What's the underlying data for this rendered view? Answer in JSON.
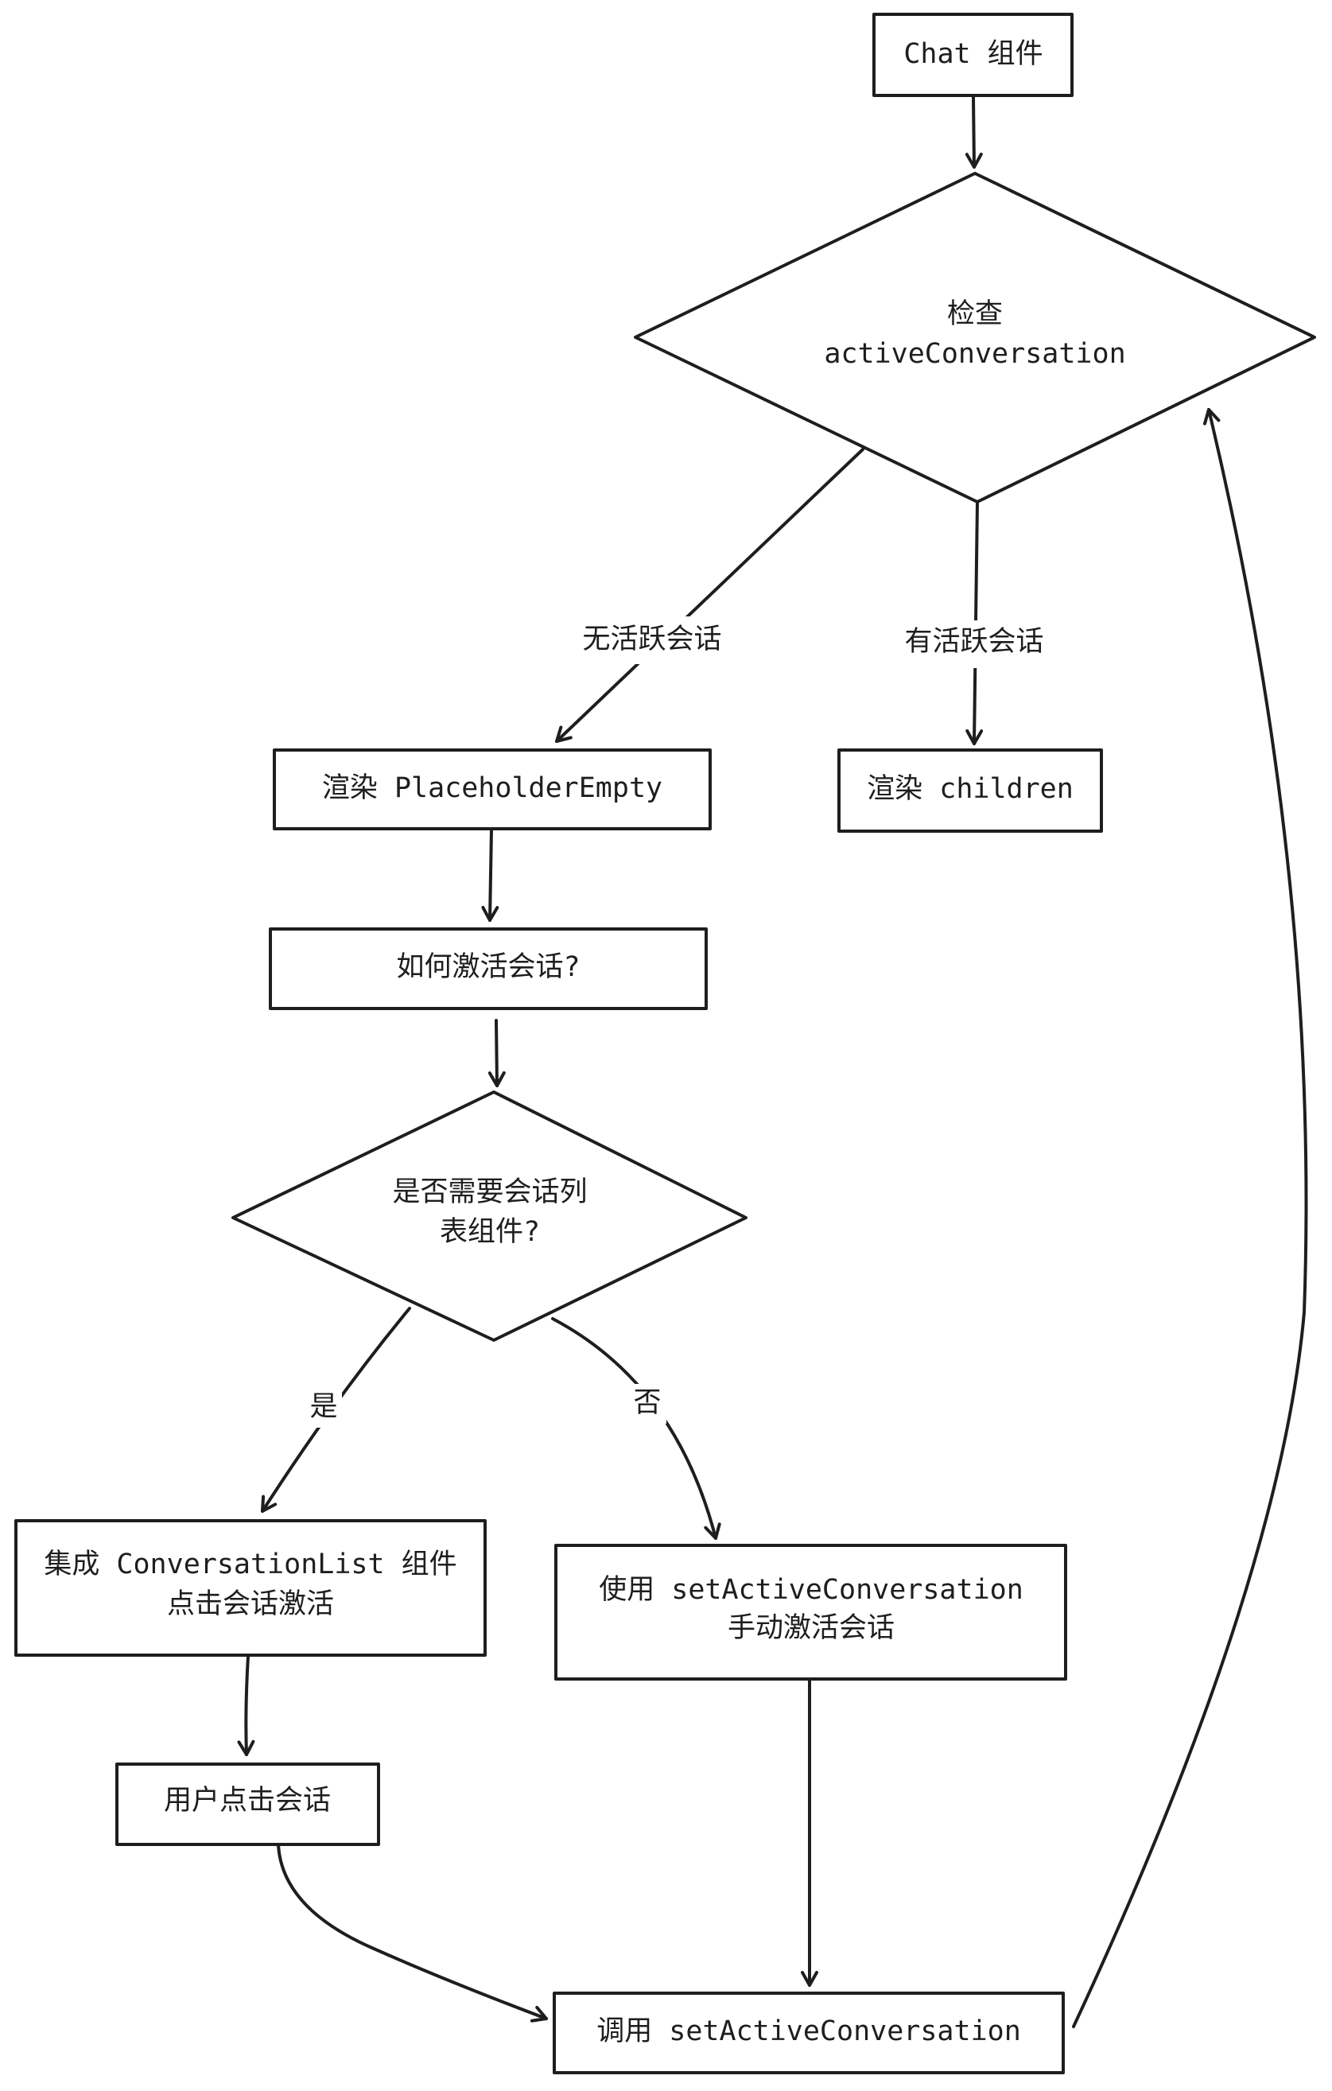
{
  "diagram": {
    "type": "flowchart",
    "nodes": {
      "chat": {
        "shape": "rectangle",
        "lines": [
          "Chat 组件"
        ]
      },
      "check": {
        "shape": "diamond",
        "lines": [
          "检查",
          "activeConversation"
        ]
      },
      "placeholder": {
        "shape": "rectangle",
        "lines": [
          "渲染 PlaceholderEmpty"
        ]
      },
      "children": {
        "shape": "rectangle",
        "lines": [
          "渲染 children"
        ]
      },
      "howto": {
        "shape": "rectangle",
        "lines": [
          "如何激活会话?"
        ]
      },
      "needlist": {
        "shape": "diamond",
        "lines": [
          "是否需要会话列",
          "表组件?"
        ]
      },
      "integrate": {
        "shape": "rectangle",
        "lines": [
          "集成 ConversationList 组件",
          "点击会话激活"
        ]
      },
      "manual": {
        "shape": "rectangle",
        "lines": [
          "使用 setActiveConversation",
          "手动激活会话"
        ]
      },
      "userclick": {
        "shape": "rectangle",
        "lines": [
          "用户点击会话"
        ]
      },
      "call": {
        "shape": "rectangle",
        "lines": [
          "调用 setActiveConversation"
        ]
      }
    },
    "edges": [
      {
        "from": "chat",
        "to": "check",
        "label": ""
      },
      {
        "from": "check",
        "to": "placeholder",
        "label": "无活跃会话"
      },
      {
        "from": "check",
        "to": "children",
        "label": "有活跃会话"
      },
      {
        "from": "placeholder",
        "to": "howto",
        "label": ""
      },
      {
        "from": "howto",
        "to": "needlist",
        "label": ""
      },
      {
        "from": "needlist",
        "to": "integrate",
        "label": "是"
      },
      {
        "from": "needlist",
        "to": "manual",
        "label": "否"
      },
      {
        "from": "integrate",
        "to": "userclick",
        "label": ""
      },
      {
        "from": "userclick",
        "to": "call",
        "label": ""
      },
      {
        "from": "manual",
        "to": "call",
        "label": ""
      },
      {
        "from": "call",
        "to": "check",
        "label": ""
      }
    ],
    "stroke_color": "#1e1e1e",
    "background": "#ffffff"
  }
}
